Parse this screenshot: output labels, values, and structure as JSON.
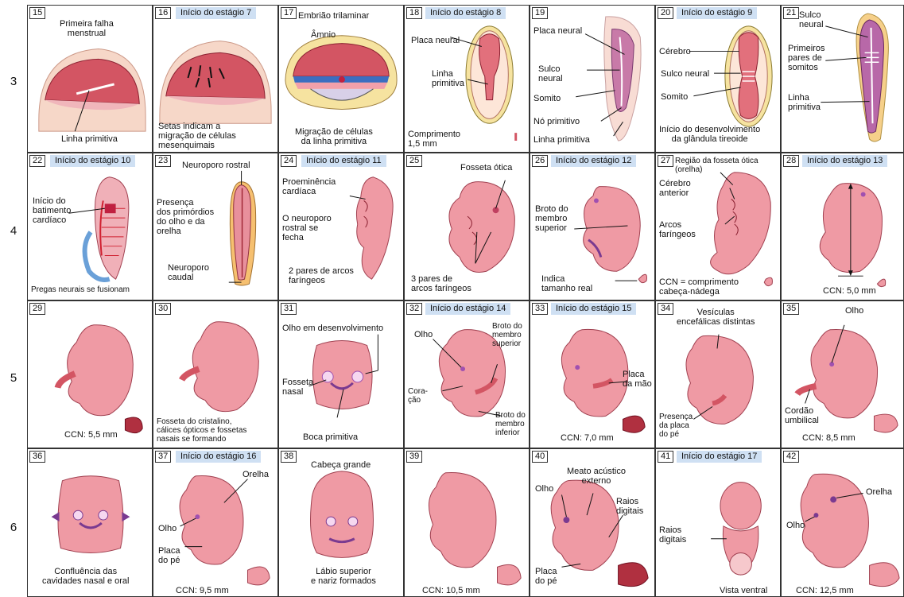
{
  "row_labels": [
    "3",
    "4",
    "5",
    "6"
  ],
  "colors": {
    "embryo": "#ef9aa4",
    "embryo_dark": "#d9636f",
    "stage_header": "#cfe0f3",
    "yolk": "#e8c36a",
    "sac": "#f3b8b8"
  },
  "cells": {
    "c15": {
      "num": "15",
      "labels": [
        "Primeira falha\nmenstrual",
        "Linha primitiva"
      ]
    },
    "c16": {
      "num": "16",
      "stage": "Início do estágio 7",
      "labels": [
        "Setas indicam a\nmigração de células\nmesenquimais"
      ]
    },
    "c17": {
      "num": "17",
      "labels": [
        "Embrião trilaminar",
        "Âmnio",
        "Migração de células\nda linha primitiva"
      ]
    },
    "c18": {
      "num": "18",
      "stage": "Início do estágio 8",
      "labels": [
        "Placa neural",
        "Linha\nprimitiva",
        "Comprimento\n1,5 mm"
      ]
    },
    "c19": {
      "num": "19",
      "labels": [
        "Placa neural",
        "Sulco\nneural",
        "Somito",
        "Nó primitivo",
        "Linha primitiva"
      ]
    },
    "c20": {
      "num": "20",
      "stage": "Início do estágio 9",
      "labels": [
        "Cérebro",
        "Sulco neural",
        "Somito",
        "Início do desenvolvimento\nda glândula tireoide"
      ]
    },
    "c21": {
      "num": "21",
      "labels": [
        "Sulco\nneural",
        "Primeiros\npares de\nsomitos",
        "Linha\nprimitiva"
      ]
    },
    "c22": {
      "num": "22",
      "stage": "Início do estágio 10",
      "labels": [
        "Início do\nbatimento\ncardíaco",
        "Pregas neurais se fusionam"
      ]
    },
    "c23": {
      "num": "23",
      "labels": [
        "Neuroporo rostral",
        "Presença\ndos primórdios\ndo olho e da\norelha",
        "Neuroporo\ncaudal"
      ]
    },
    "c24": {
      "num": "24",
      "stage": "Início do estágio 11",
      "labels": [
        "Proeminência\ncardíaca",
        "O neuroporo\nrostral se\nfecha",
        "2 pares de arcos\nfaríngeos"
      ]
    },
    "c25": {
      "num": "25",
      "labels": [
        "Fosseta ótica",
        "3 pares de\narcos faríngeos"
      ]
    },
    "c26": {
      "num": "26",
      "stage": "Início do estágio 12",
      "labels": [
        "Broto do\nmembro\nsuperior",
        "Indica\ntamanho real"
      ]
    },
    "c27": {
      "num": "27",
      "labels": [
        "Região da fosseta ótica\n(orelha)",
        "Cérebro\nanterior",
        "Arcos\nfaríngeos",
        "CCN = comprimento\ncabeça-nádega"
      ]
    },
    "c28": {
      "num": "28",
      "stage": "Início do estágio 13",
      "labels": [
        "CCN: 5,0 mm"
      ]
    },
    "c29": {
      "num": "29",
      "labels": [
        "CCN: 5,5 mm"
      ]
    },
    "c30": {
      "num": "30",
      "labels": [
        "Fosseta do cristalino,\ncálices ópticos e fossetas\nnasais se formando"
      ]
    },
    "c31": {
      "num": "31",
      "labels": [
        "Olho em desenvolvimento",
        "Fosseta\nnasal",
        "Boca primitiva"
      ]
    },
    "c32": {
      "num": "32",
      "stage": "Início do estágio 14",
      "labels": [
        "Olho",
        "Broto do\nmembro\nsuperior",
        "Cora-\nção",
        "Broto do\nmembro\ninferior"
      ]
    },
    "c33": {
      "num": "33",
      "stage": "Início do estágio 15",
      "labels": [
        "Placa\nda mão",
        "CCN: 7,0 mm"
      ]
    },
    "c34": {
      "num": "34",
      "labels": [
        "Vesículas\nencefálicas distintas",
        "Presença\nda placa\ndo pé"
      ]
    },
    "c35": {
      "num": "35",
      "labels": [
        "Olho",
        "Cordão\numbilical",
        "CCN: 8,5 mm"
      ]
    },
    "c36": {
      "num": "36",
      "labels": [
        "Confluência das\ncavidades nasal e oral"
      ]
    },
    "c37": {
      "num": "37",
      "stage": "Início do estágio 16",
      "labels": [
        "Orelha",
        "Olho",
        "Placa\ndo pé",
        "CCN: 9,5 mm"
      ]
    },
    "c38": {
      "num": "38",
      "labels": [
        "Cabeça grande",
        "Lábio superior\ne nariz formados"
      ]
    },
    "c39": {
      "num": "39",
      "labels": [
        "CCN: 10,5 mm"
      ]
    },
    "c40": {
      "num": "40",
      "labels": [
        "Meato acústico\nexterno",
        "Olho",
        "Raios\ndigitais",
        "Placa\ndo pé"
      ]
    },
    "c41": {
      "num": "41",
      "stage": "Início do estágio 17",
      "labels": [
        "Raios\ndigitais",
        "Vista ventral"
      ]
    },
    "c42": {
      "num": "42",
      "labels": [
        "Orelha",
        "Olho",
        "CCN: 12,5 mm"
      ]
    }
  }
}
